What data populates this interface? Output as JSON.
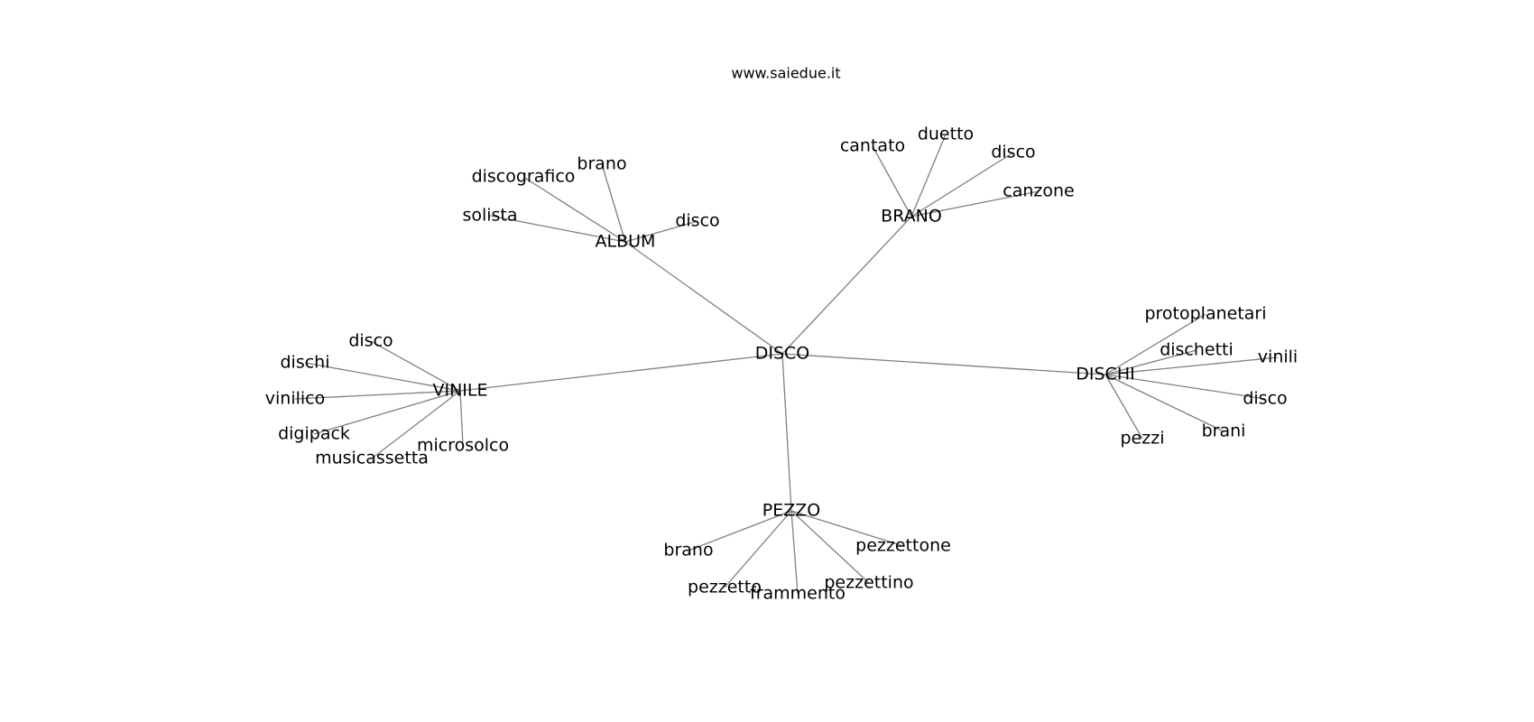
{
  "caption": "www.saiedue.it",
  "center": "DISCO",
  "clusters": [
    {
      "label": "ALBUM",
      "children": [
        "brano",
        "discografico",
        "solista",
        "disco"
      ]
    },
    {
      "label": "BRANO",
      "children": [
        "cantato",
        "duetto",
        "disco",
        "canzone"
      ]
    },
    {
      "label": "VINILE",
      "children": [
        "disco",
        "dischi",
        "vinilico",
        "digipack",
        "musicassetta",
        "microsolco"
      ]
    },
    {
      "label": "DISCHI",
      "children": [
        "protoplanetari",
        "dischetti",
        "vinili",
        "disco",
        "brani",
        "pezzi"
      ]
    },
    {
      "label": "PEZZO",
      "children": [
        "brano",
        "pezzettone",
        "pezzettino",
        "frammento",
        "pezzetto"
      ]
    }
  ]
}
